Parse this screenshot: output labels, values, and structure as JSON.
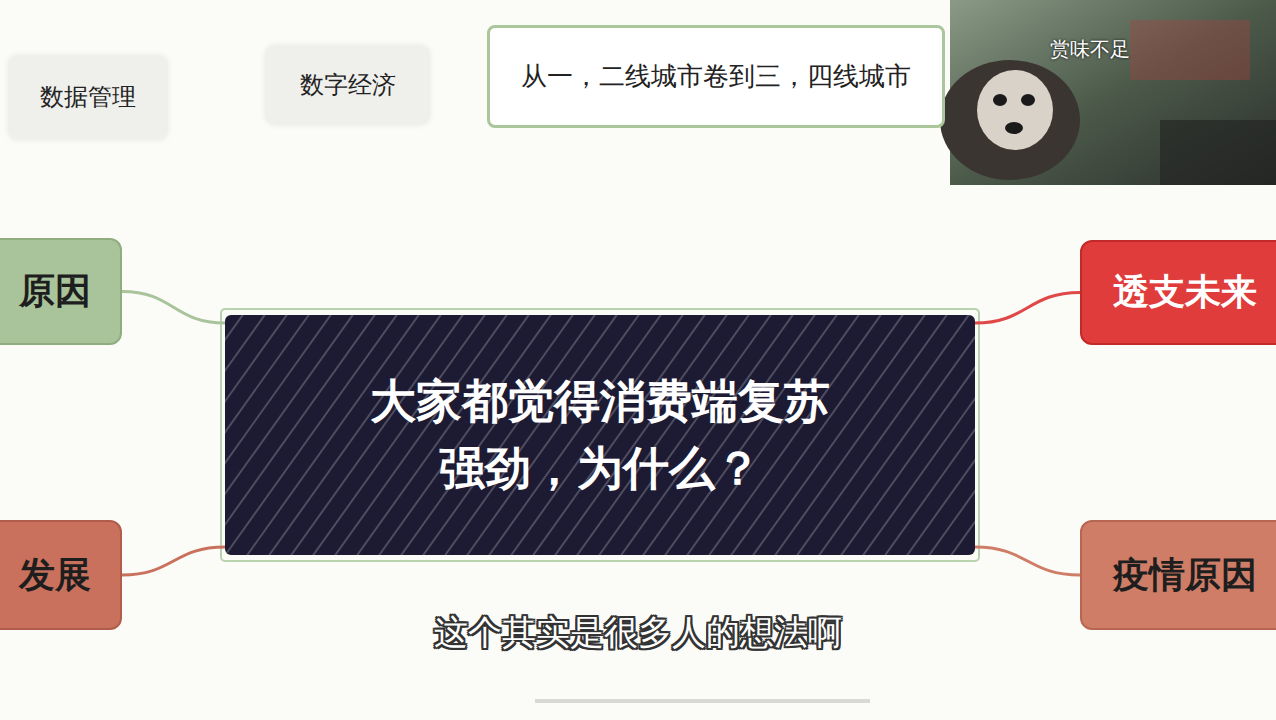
{
  "diagram": {
    "nodes": [
      {
        "text": [
          "数据管理"
        ]
      },
      {
        "text": [
          "数字经济"
        ]
      },
      {
        "text": [
          "从一，二线城市卷到三，四线城市"
        ]
      },
      {
        "text": [
          "原因"
        ]
      },
      {
        "text": [
          "透支未来"
        ]
      },
      {
        "text": [
          "大家都觉得消费端复苏 强劲，为什么？"
        ]
      },
      {
        "text": [
          "发展"
        ]
      },
      {
        "text": [
          "疫情原因"
        ]
      }
    ],
    "edges": [
      {
        "from": 5,
        "to": 3,
        "arrow": "none"
      },
      {
        "from": 5,
        "to": 4,
        "arrow": "none"
      },
      {
        "from": 5,
        "to": 6,
        "arrow": "none"
      },
      {
        "from": 5,
        "to": 7,
        "arrow": "none"
      }
    ],
    "labels": [
      "赏味不足",
      "这个其实是很多人的想法啊"
    ]
  }
}
